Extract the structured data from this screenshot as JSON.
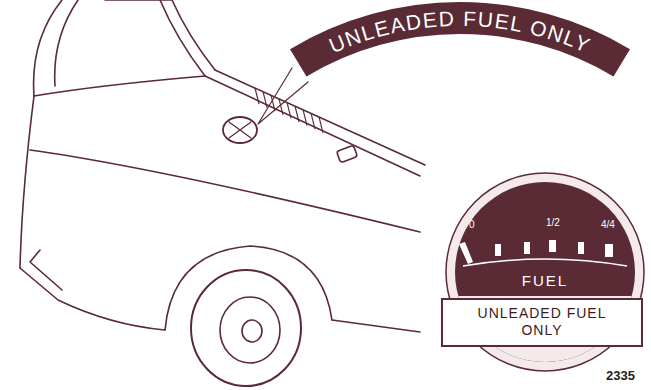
{
  "diagram": {
    "nodes": [
      {
        "text": [
          "UNLEADED FUEL ONLY"
        ]
      },
      {
        "text": [
          "0",
          "1/2",
          "4/4",
          "FUEL"
        ]
      },
      {
        "text": [
          "UNLEADED FUEL ONLY"
        ],
        "in": 1
      }
    ],
    "labels": [
      "2335"
    ]
  }
}
